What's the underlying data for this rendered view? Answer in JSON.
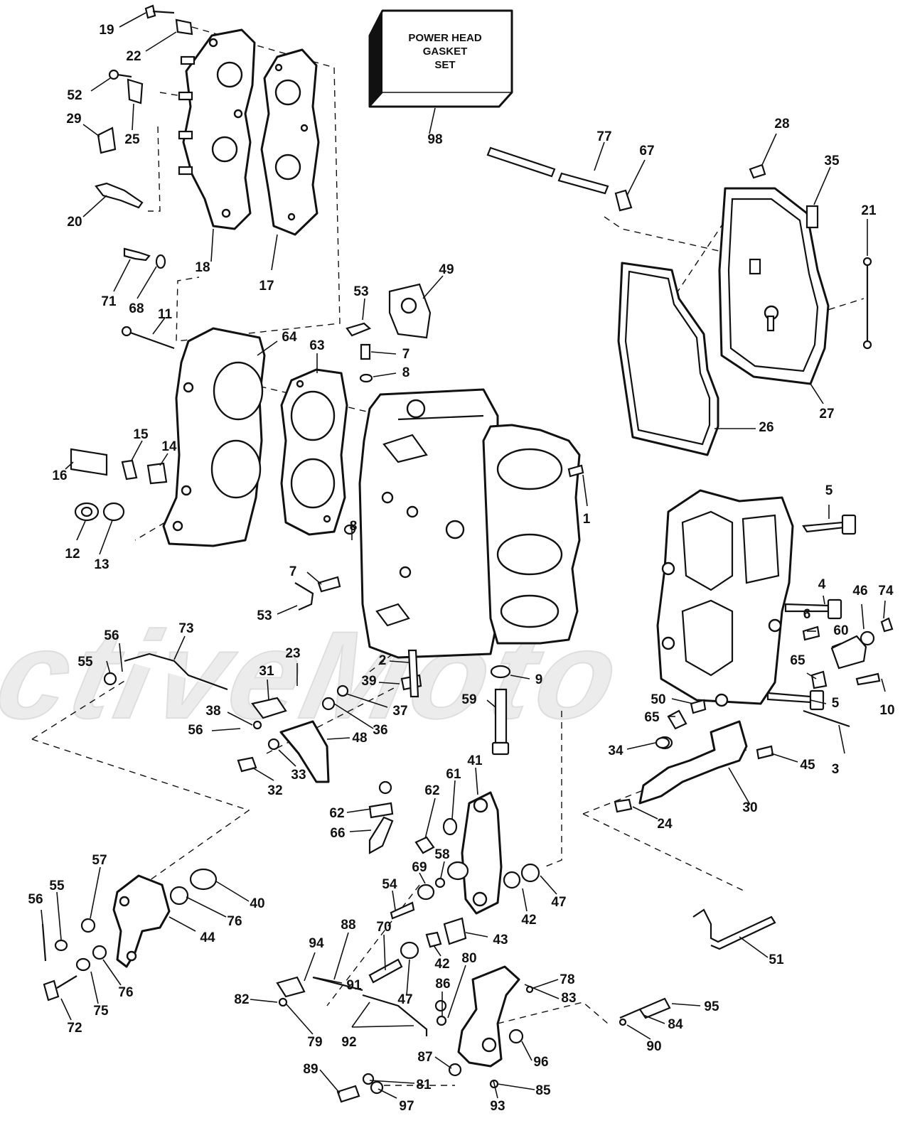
{
  "gasket_box": {
    "line1": "POWER HEAD",
    "line2": "GASKET",
    "line3": "SET"
  },
  "watermark": "ActiveMoto",
  "callouts": [
    {
      "id": "c98",
      "text": "98"
    },
    {
      "id": "c19",
      "text": "19"
    },
    {
      "id": "c22",
      "text": "22"
    },
    {
      "id": "c52",
      "text": "52"
    },
    {
      "id": "c29",
      "text": "29"
    },
    {
      "id": "c25",
      "text": "25"
    },
    {
      "id": "c20",
      "text": "20"
    },
    {
      "id": "c18",
      "text": "18"
    },
    {
      "id": "c17",
      "text": "17"
    },
    {
      "id": "c71",
      "text": "71"
    },
    {
      "id": "c68",
      "text": "68"
    },
    {
      "id": "c11",
      "text": "11"
    },
    {
      "id": "c64",
      "text": "64"
    },
    {
      "id": "c63",
      "text": "63"
    },
    {
      "id": "c53a",
      "text": "53"
    },
    {
      "id": "c49",
      "text": "49"
    },
    {
      "id": "c7a",
      "text": "7"
    },
    {
      "id": "c8a",
      "text": "8"
    },
    {
      "id": "c77",
      "text": "77"
    },
    {
      "id": "c67",
      "text": "67"
    },
    {
      "id": "c28",
      "text": "28"
    },
    {
      "id": "c35",
      "text": "35"
    },
    {
      "id": "c21",
      "text": "21"
    },
    {
      "id": "c27",
      "text": "27"
    },
    {
      "id": "c26",
      "text": "26"
    },
    {
      "id": "c15",
      "text": "15"
    },
    {
      "id": "c14",
      "text": "14"
    },
    {
      "id": "c16",
      "text": "16"
    },
    {
      "id": "c12",
      "text": "12"
    },
    {
      "id": "c13",
      "text": "13"
    },
    {
      "id": "c1",
      "text": "1"
    },
    {
      "id": "c8b",
      "text": "8"
    },
    {
      "id": "c7b",
      "text": "7"
    },
    {
      "id": "c53b",
      "text": "53"
    },
    {
      "id": "c5a",
      "text": "5"
    },
    {
      "id": "c4",
      "text": "4"
    },
    {
      "id": "c46",
      "text": "46"
    },
    {
      "id": "c74",
      "text": "74"
    },
    {
      "id": "c6",
      "text": "6"
    },
    {
      "id": "c60",
      "text": "60"
    },
    {
      "id": "c65a",
      "text": "65"
    },
    {
      "id": "c10",
      "text": "10"
    },
    {
      "id": "c5b",
      "text": "5"
    },
    {
      "id": "c50",
      "text": "50"
    },
    {
      "id": "c65b",
      "text": "65"
    },
    {
      "id": "c3",
      "text": "3"
    },
    {
      "id": "c34",
      "text": "34"
    },
    {
      "id": "c45",
      "text": "45"
    },
    {
      "id": "c30",
      "text": "30"
    },
    {
      "id": "c24",
      "text": "24"
    },
    {
      "id": "c55a",
      "text": "55"
    },
    {
      "id": "c56a",
      "text": "56"
    },
    {
      "id": "c73",
      "text": "73"
    },
    {
      "id": "c31",
      "text": "31"
    },
    {
      "id": "c23",
      "text": "23"
    },
    {
      "id": "c2",
      "text": "2"
    },
    {
      "id": "c39",
      "text": "39"
    },
    {
      "id": "c9",
      "text": "9"
    },
    {
      "id": "c59",
      "text": "59"
    },
    {
      "id": "c37",
      "text": "37"
    },
    {
      "id": "c38",
      "text": "38"
    },
    {
      "id": "c36",
      "text": "36"
    },
    {
      "id": "c56b",
      "text": "56"
    },
    {
      "id": "c48",
      "text": "48"
    },
    {
      "id": "c33",
      "text": "33"
    },
    {
      "id": "c32",
      "text": "32"
    },
    {
      "id": "c41",
      "text": "41"
    },
    {
      "id": "c61",
      "text": "61"
    },
    {
      "id": "c62a",
      "text": "62"
    },
    {
      "id": "c62b",
      "text": "62"
    },
    {
      "id": "c66",
      "text": "66"
    },
    {
      "id": "c58",
      "text": "58"
    },
    {
      "id": "c69",
      "text": "69"
    },
    {
      "id": "c54",
      "text": "54"
    },
    {
      "id": "c57",
      "text": "57"
    },
    {
      "id": "c40",
      "text": "40"
    },
    {
      "id": "c76a",
      "text": "76"
    },
    {
      "id": "c55b",
      "text": "55"
    },
    {
      "id": "c56c",
      "text": "56"
    },
    {
      "id": "c44",
      "text": "44"
    },
    {
      "id": "c76b",
      "text": "76"
    },
    {
      "id": "c75",
      "text": "75"
    },
    {
      "id": "c72",
      "text": "72"
    },
    {
      "id": "c42a",
      "text": "42"
    },
    {
      "id": "c47a",
      "text": "47"
    },
    {
      "id": "c70",
      "text": "70"
    },
    {
      "id": "c43",
      "text": "43"
    },
    {
      "id": "c42b",
      "text": "42"
    },
    {
      "id": "c47b",
      "text": "47"
    },
    {
      "id": "c88",
      "text": "88"
    },
    {
      "id": "c94",
      "text": "94"
    },
    {
      "id": "c91",
      "text": "91"
    },
    {
      "id": "c82",
      "text": "82"
    },
    {
      "id": "c79",
      "text": "79"
    },
    {
      "id": "c92",
      "text": "92"
    },
    {
      "id": "c86",
      "text": "86"
    },
    {
      "id": "c80",
      "text": "80"
    },
    {
      "id": "c78",
      "text": "78"
    },
    {
      "id": "c83",
      "text": "83"
    },
    {
      "id": "c51",
      "text": "51"
    },
    {
      "id": "c95",
      "text": "95"
    },
    {
      "id": "c84",
      "text": "84"
    },
    {
      "id": "c90",
      "text": "90"
    },
    {
      "id": "c96",
      "text": "96"
    },
    {
      "id": "c87",
      "text": "87"
    },
    {
      "id": "c89",
      "text": "89"
    },
    {
      "id": "c81",
      "text": "81"
    },
    {
      "id": "c97",
      "text": "97"
    },
    {
      "id": "c93",
      "text": "93"
    },
    {
      "id": "c85",
      "text": "85"
    }
  ]
}
